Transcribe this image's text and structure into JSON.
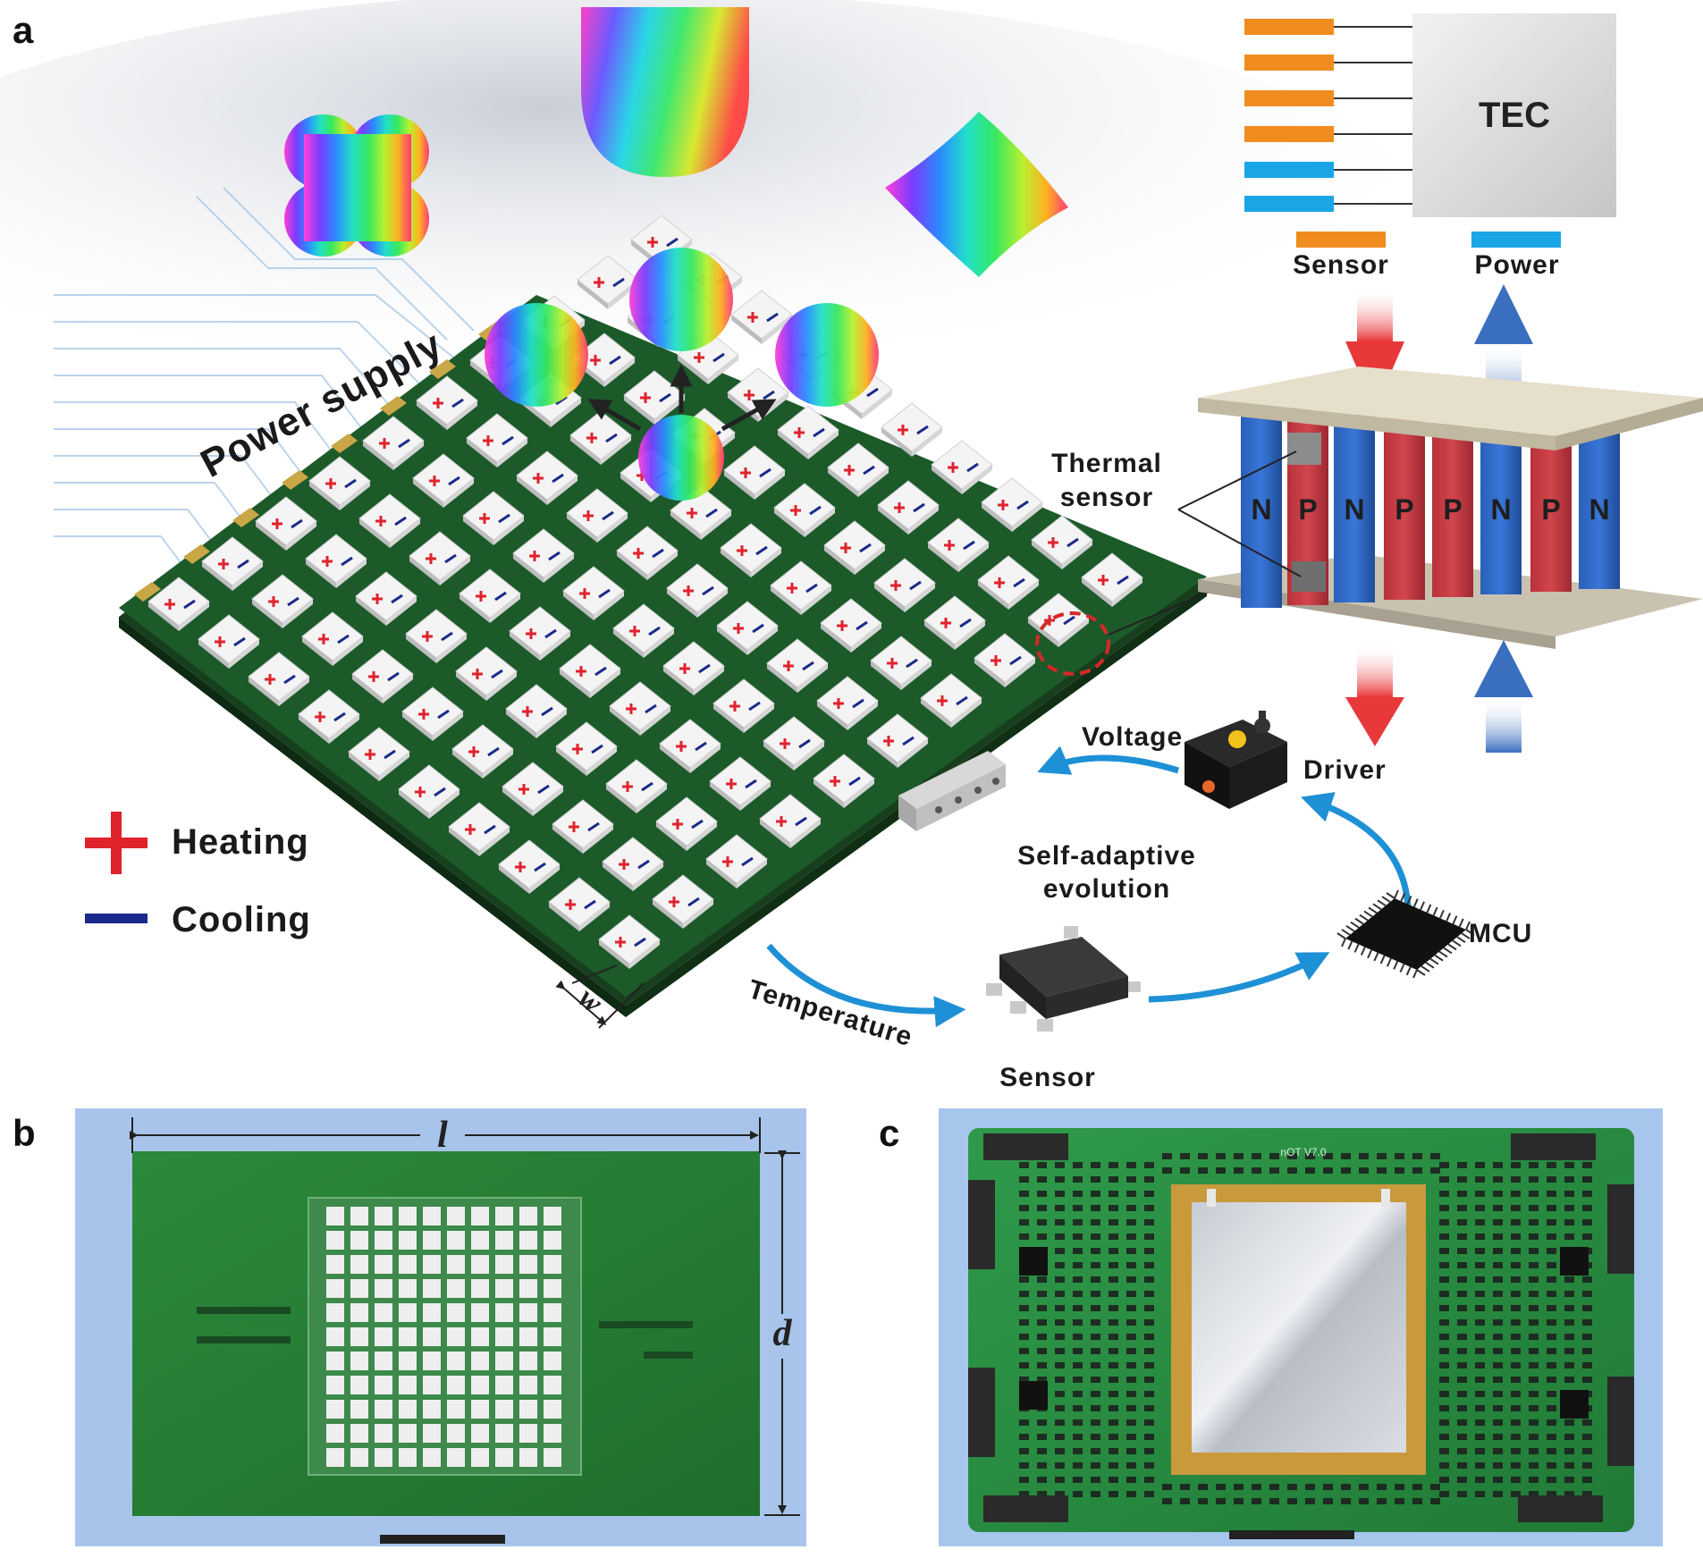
{
  "panels": {
    "a": "a",
    "b": "b",
    "c": "c"
  },
  "panel_a": {
    "power_supply_label": "Power supply",
    "tec_box_label": "TEC",
    "tec_legend": {
      "sensor": "Sensor",
      "power": "Power"
    },
    "thermal_sensor_label_line1": "Thermal",
    "thermal_sensor_label_line2": "sensor",
    "pellet_letters": [
      "N",
      "P",
      "N",
      "P",
      "P",
      "N",
      "P",
      "N"
    ],
    "legend": {
      "heating": "Heating",
      "cooling": "Cooling"
    },
    "loop": {
      "voltage": "Voltage",
      "driver": "Driver",
      "self_adaptive_line1": "Self-adaptive",
      "self_adaptive_line2": "evolution",
      "mcu": "MCU",
      "temperature": "Temperature",
      "sensor": "Sensor"
    },
    "dimension_w": "w",
    "colors": {
      "heating": "#e0222c",
      "cooling": "#1b2a8a",
      "sensor_wire": "#f08c1e",
      "power_wire": "#1aa6e6",
      "pcb": "#1c5a2a",
      "loop_arrow": "#1e90d6"
    }
  },
  "panel_b": {
    "dimension_l": "l",
    "dimension_d": "d"
  },
  "panel_c": {
    "board_marking": "nOT V7.0"
  }
}
